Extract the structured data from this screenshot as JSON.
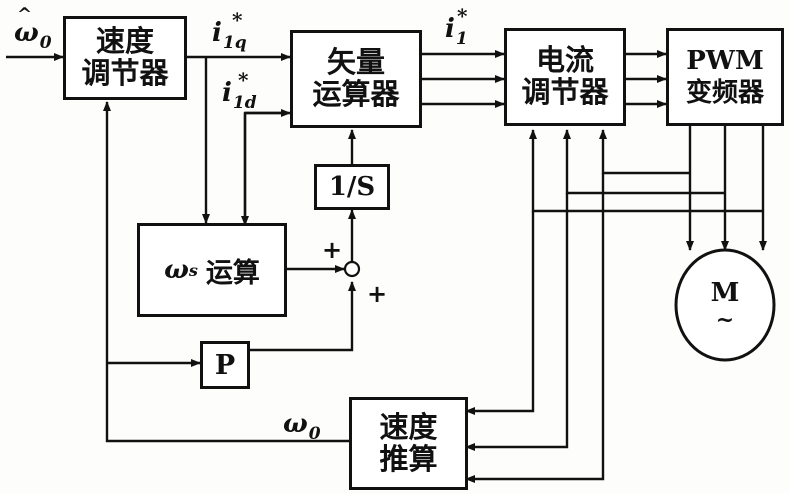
{
  "blocks": {
    "speed_regulator": "速度\n调节器",
    "vector_calc": "矢量\n运算器",
    "current_regulator": "电流\n调节器",
    "pwm_inverter": "PWM\n变频器",
    "integrator": "1/S",
    "slip_calc_symbol": "ω",
    "slip_calc_sub": "s",
    "slip_calc_text": "运算",
    "gain": "P",
    "speed_estimator": "速度\n推算",
    "motor": "M",
    "motor_sub": "~"
  },
  "signals": {
    "speed_ref": "ω",
    "speed_ref_sub": "0",
    "iq_ref": "i",
    "iq_ref_sub": "1q",
    "id_ref": "i",
    "id_ref_sub": "1d",
    "i1_ref": "i",
    "i1_ref_sub": "1",
    "star": "*",
    "speed_fb": "ω",
    "speed_fb_sub": "0"
  },
  "summing_junction": {
    "plus_top": "+",
    "plus_bottom": "+"
  }
}
